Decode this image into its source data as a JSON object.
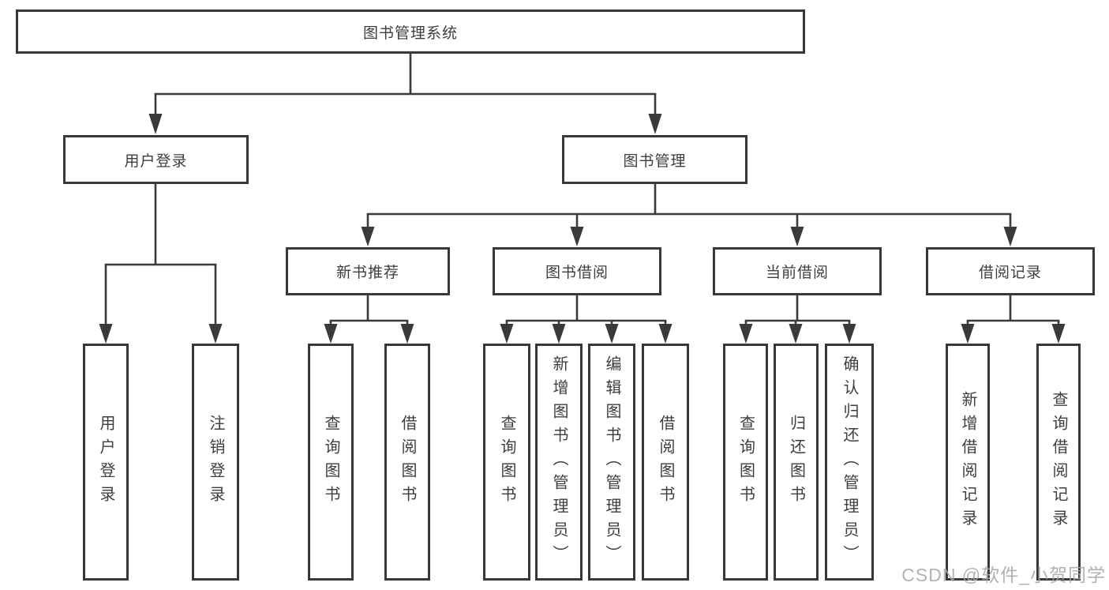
{
  "nodes": {
    "root": "图书管理系统",
    "login": "用户登录",
    "manage": "图书管理",
    "recommend": "新书推荐",
    "borrow": "图书借阅",
    "current": "当前借阅",
    "records": "借阅记录",
    "leaf_user_login": "用户登录",
    "leaf_logout": "注销登录",
    "leaf_rec_query": "查询图书",
    "leaf_rec_borrow": "借阅图书",
    "leaf_bor_query": "查询图书",
    "leaf_bor_add": "新增图书（管理员）",
    "leaf_bor_edit": "编辑图书（管理员）",
    "leaf_bor_borrow": "借阅图书",
    "leaf_cur_query": "查询图书",
    "leaf_cur_return": "归还图书",
    "leaf_cur_confirm": "确认归还（管理员）",
    "leaf_log_add": "新增借阅记录",
    "leaf_log_query": "查询借阅记录"
  },
  "watermark": "CSDN @软件_小贺同学",
  "colors": {
    "line": "#3a3a3a",
    "border": "#383838",
    "text": "#3e3e40",
    "watermark": "#a8a5ac"
  }
}
